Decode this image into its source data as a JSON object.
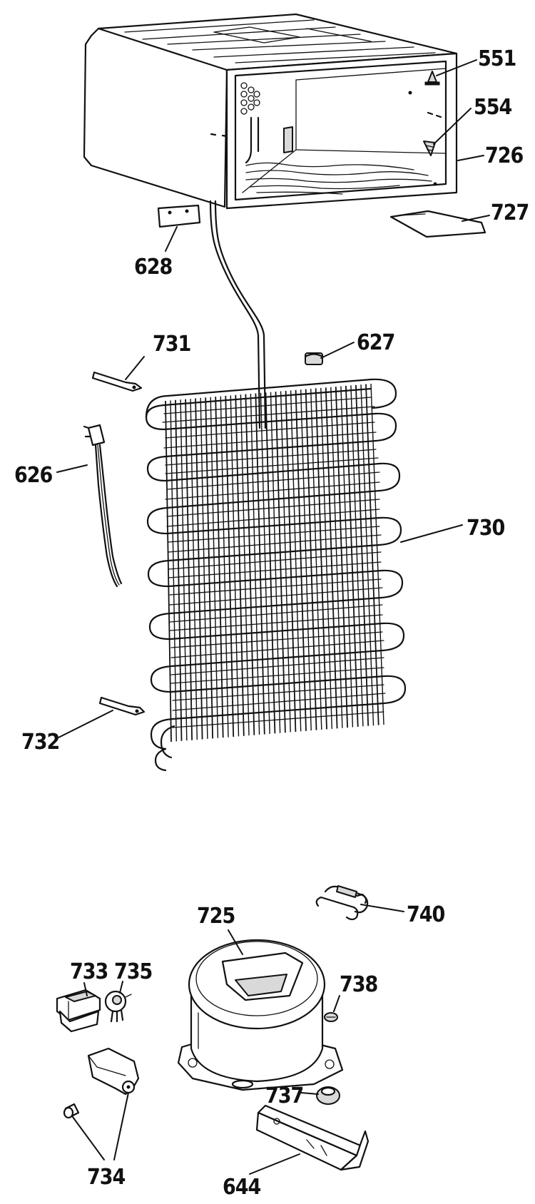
{
  "diagram": {
    "labels": {
      "p551": "551",
      "p554": "554",
      "p726": "726",
      "p727": "727",
      "p628": "628",
      "p731": "731",
      "p627": "627",
      "p626": "626",
      "p730": "730",
      "p732": "732",
      "p725": "725",
      "p740": "740",
      "p733": "733",
      "p735": "735",
      "p738": "738",
      "p737": "737",
      "p734": "734",
      "p644": "644"
    }
  }
}
